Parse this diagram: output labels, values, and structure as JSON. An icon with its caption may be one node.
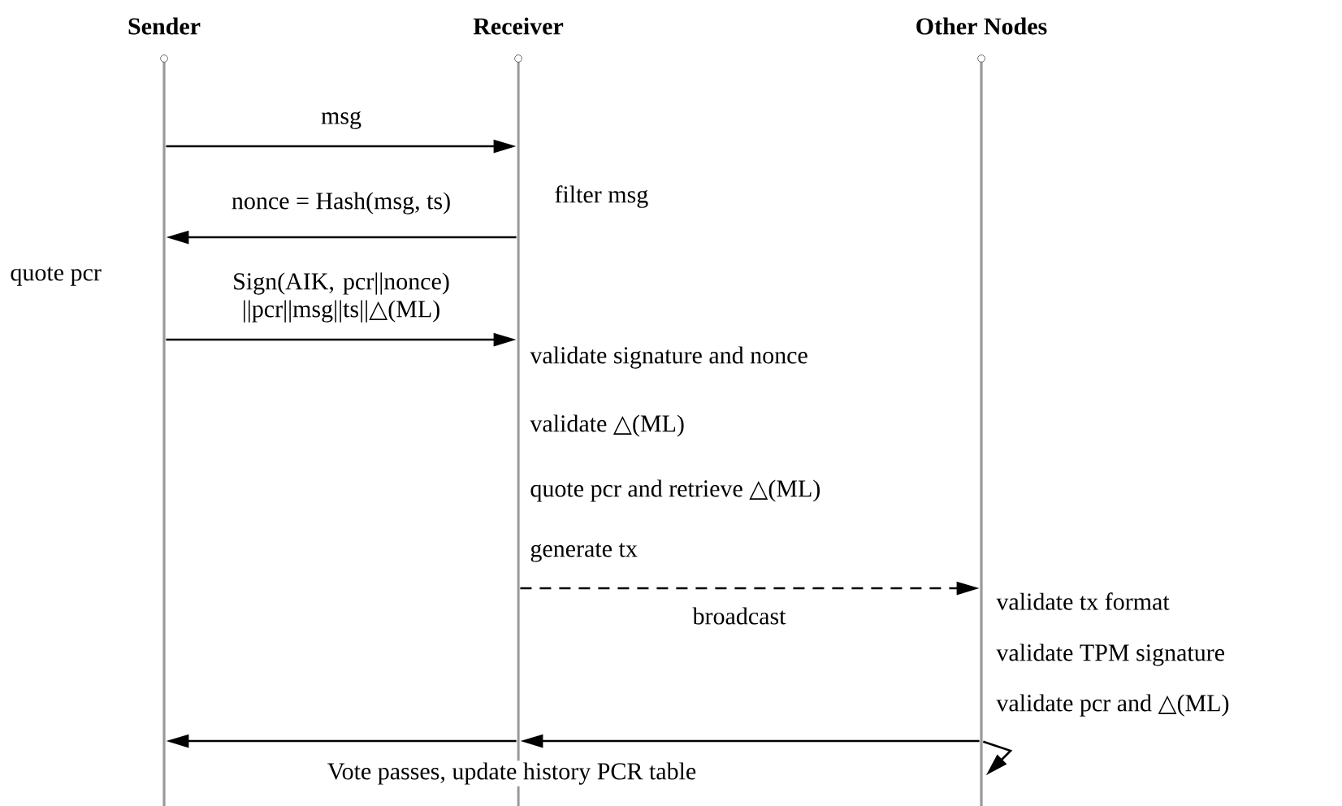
{
  "diagram": {
    "nodes": [
      {
        "text": [
          "Sender"
        ]
      },
      {
        "text": [
          "Receiver"
        ]
      },
      {
        "text": [
          "Other Nodes"
        ]
      }
    ],
    "edges": [
      {
        "from": 0,
        "to": 1,
        "arrow": "to",
        "label": "msg"
      },
      {
        "from": 1,
        "to": 0,
        "arrow": "to",
        "label": "nonce = Hash(msg, ts)"
      },
      {
        "from": 0,
        "to": 1,
        "arrow": "to",
        "label": "Sign(AIK, pcr||nonce) ||pcr||msg||ts||△(ML)"
      },
      {
        "from": 1,
        "to": 2,
        "arrow": "to",
        "style": "dashed",
        "label": "broadcast"
      },
      {
        "from": 2,
        "to": 2,
        "arrow": "to"
      },
      {
        "from": 2,
        "to": 1,
        "arrow": "to"
      },
      {
        "from": 1,
        "to": 0,
        "arrow": "to",
        "label": "Vote passes, update history PCR table"
      }
    ],
    "labels": [
      "filter msg",
      "quote pcr",
      "validate signature and nonce",
      "validate △(ML)",
      "quote pcr and retrieve △(ML)",
      "generate tx",
      "validate tx format",
      "validate TPM signature",
      "validate pcr and △(ML)"
    ]
  }
}
